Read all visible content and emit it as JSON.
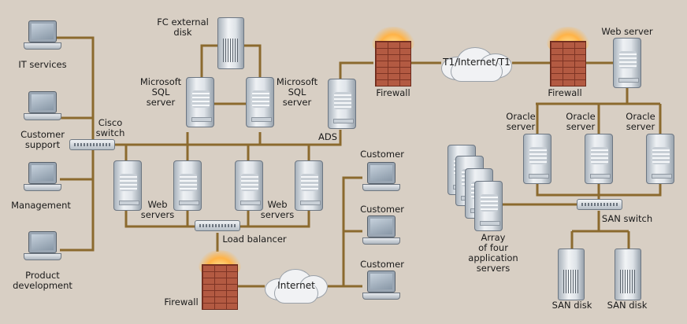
{
  "colors": {
    "background": "#d8cfc4",
    "wire": "#8b6a2e"
  },
  "labels": {
    "it_services": "IT services",
    "customer_support": "Customer\nsupport",
    "management": "Management",
    "product_development": "Product\ndevelopment",
    "cisco_switch": "Cisco\nswitch",
    "fc_external_disk": "FC external\ndisk",
    "ms_sql_left": "Microsoft\nSQL\nserver",
    "ms_sql_right": "Microsoft\nSQL\nserver",
    "web_servers_left": "Web\nservers",
    "web_servers_right": "Web\nservers",
    "load_balancer": "Load balancer",
    "ads": "ADS",
    "firewall_top_left": "Firewall",
    "cloud_t1": "T1/Internet/T1",
    "firewall_top_right": "Firewall",
    "web_server": "Web server",
    "oracle_1": "Oracle\nserver",
    "oracle_2": "Oracle\nserver",
    "oracle_3": "Oracle\nserver",
    "san_switch": "SAN switch",
    "array": "Array\nof four\napplication\nservers",
    "san_disk_1": "SAN disk",
    "san_disk_2": "SAN disk",
    "customer_1": "Customer",
    "customer_2": "Customer",
    "customer_3": "Customer",
    "cloud_internet": "Internet",
    "firewall_bottom": "Firewall"
  }
}
